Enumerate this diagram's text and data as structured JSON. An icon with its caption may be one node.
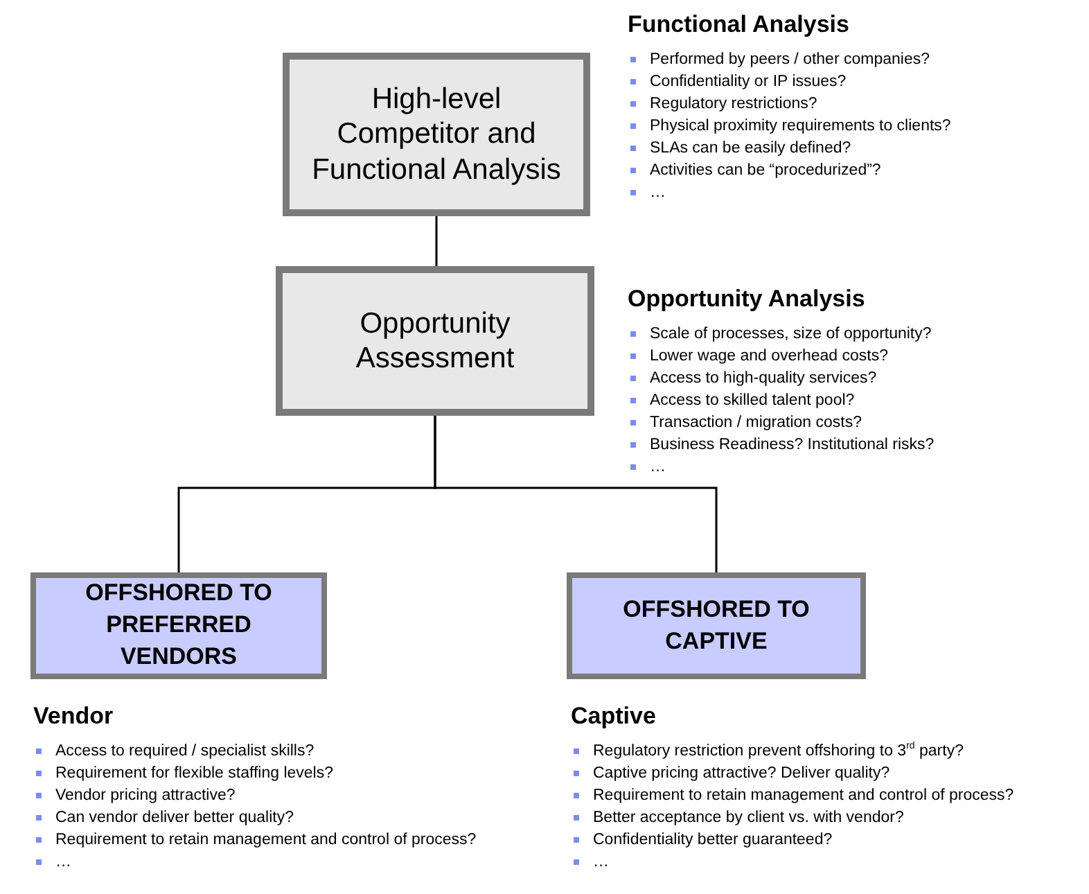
{
  "diagram": {
    "nodes": [
      {
        "text": [
          "High-level Competitor and Functional Analysis"
        ],
        "beside": [
          "Functional Analysis",
          "Performed by peers / other companies?",
          "Confidentiality or IP issues?",
          "Regulatory restrictions?",
          "Physical proximity requirements to clients?",
          "SLAs can be easily defined?",
          "Activities can be “procedurized”?",
          "…"
        ]
      },
      {
        "text": [
          "Opportunity Assessment"
        ],
        "beside": [
          "Opportunity Analysis",
          "Scale of processes, size of opportunity?",
          "Lower wage and overhead costs?",
          "Access to high-quality services?",
          "Access to skilled talent pool?",
          "Transaction / migration costs?",
          "Business Readiness? Institutional risks?",
          "…"
        ]
      },
      {
        "text": [
          "OFFSHORED TO PREFERRED VENDORS"
        ],
        "beside": [
          "Vendor",
          "Access to required / specialist skills?",
          "Requirement for flexible staffing levels?",
          "Vendor pricing attractive?",
          "Can vendor deliver better quality?",
          "Requirement to retain management and control of process?",
          "…"
        ]
      },
      {
        "text": [
          "OFFSHORED TO CAPTIVE"
        ],
        "beside": [
          "Captive",
          "Regulatory restriction prevent offshoring to 3$^{rd}$ party?",
          "Captive pricing attractive?  Deliver quality?",
          "Requirement to retain management and control of process?",
          "Better acceptance by client vs. with vendor?",
          "Confidentiality better guaranteed?",
          "…"
        ]
      }
    ],
    "edges": [
      {
        "from": 0,
        "to": 1,
        "arrow": "none"
      },
      {
        "from": 1,
        "to": 2,
        "arrow": "none"
      },
      {
        "from": 1,
        "to": 3,
        "arrow": "none"
      }
    ]
  }
}
